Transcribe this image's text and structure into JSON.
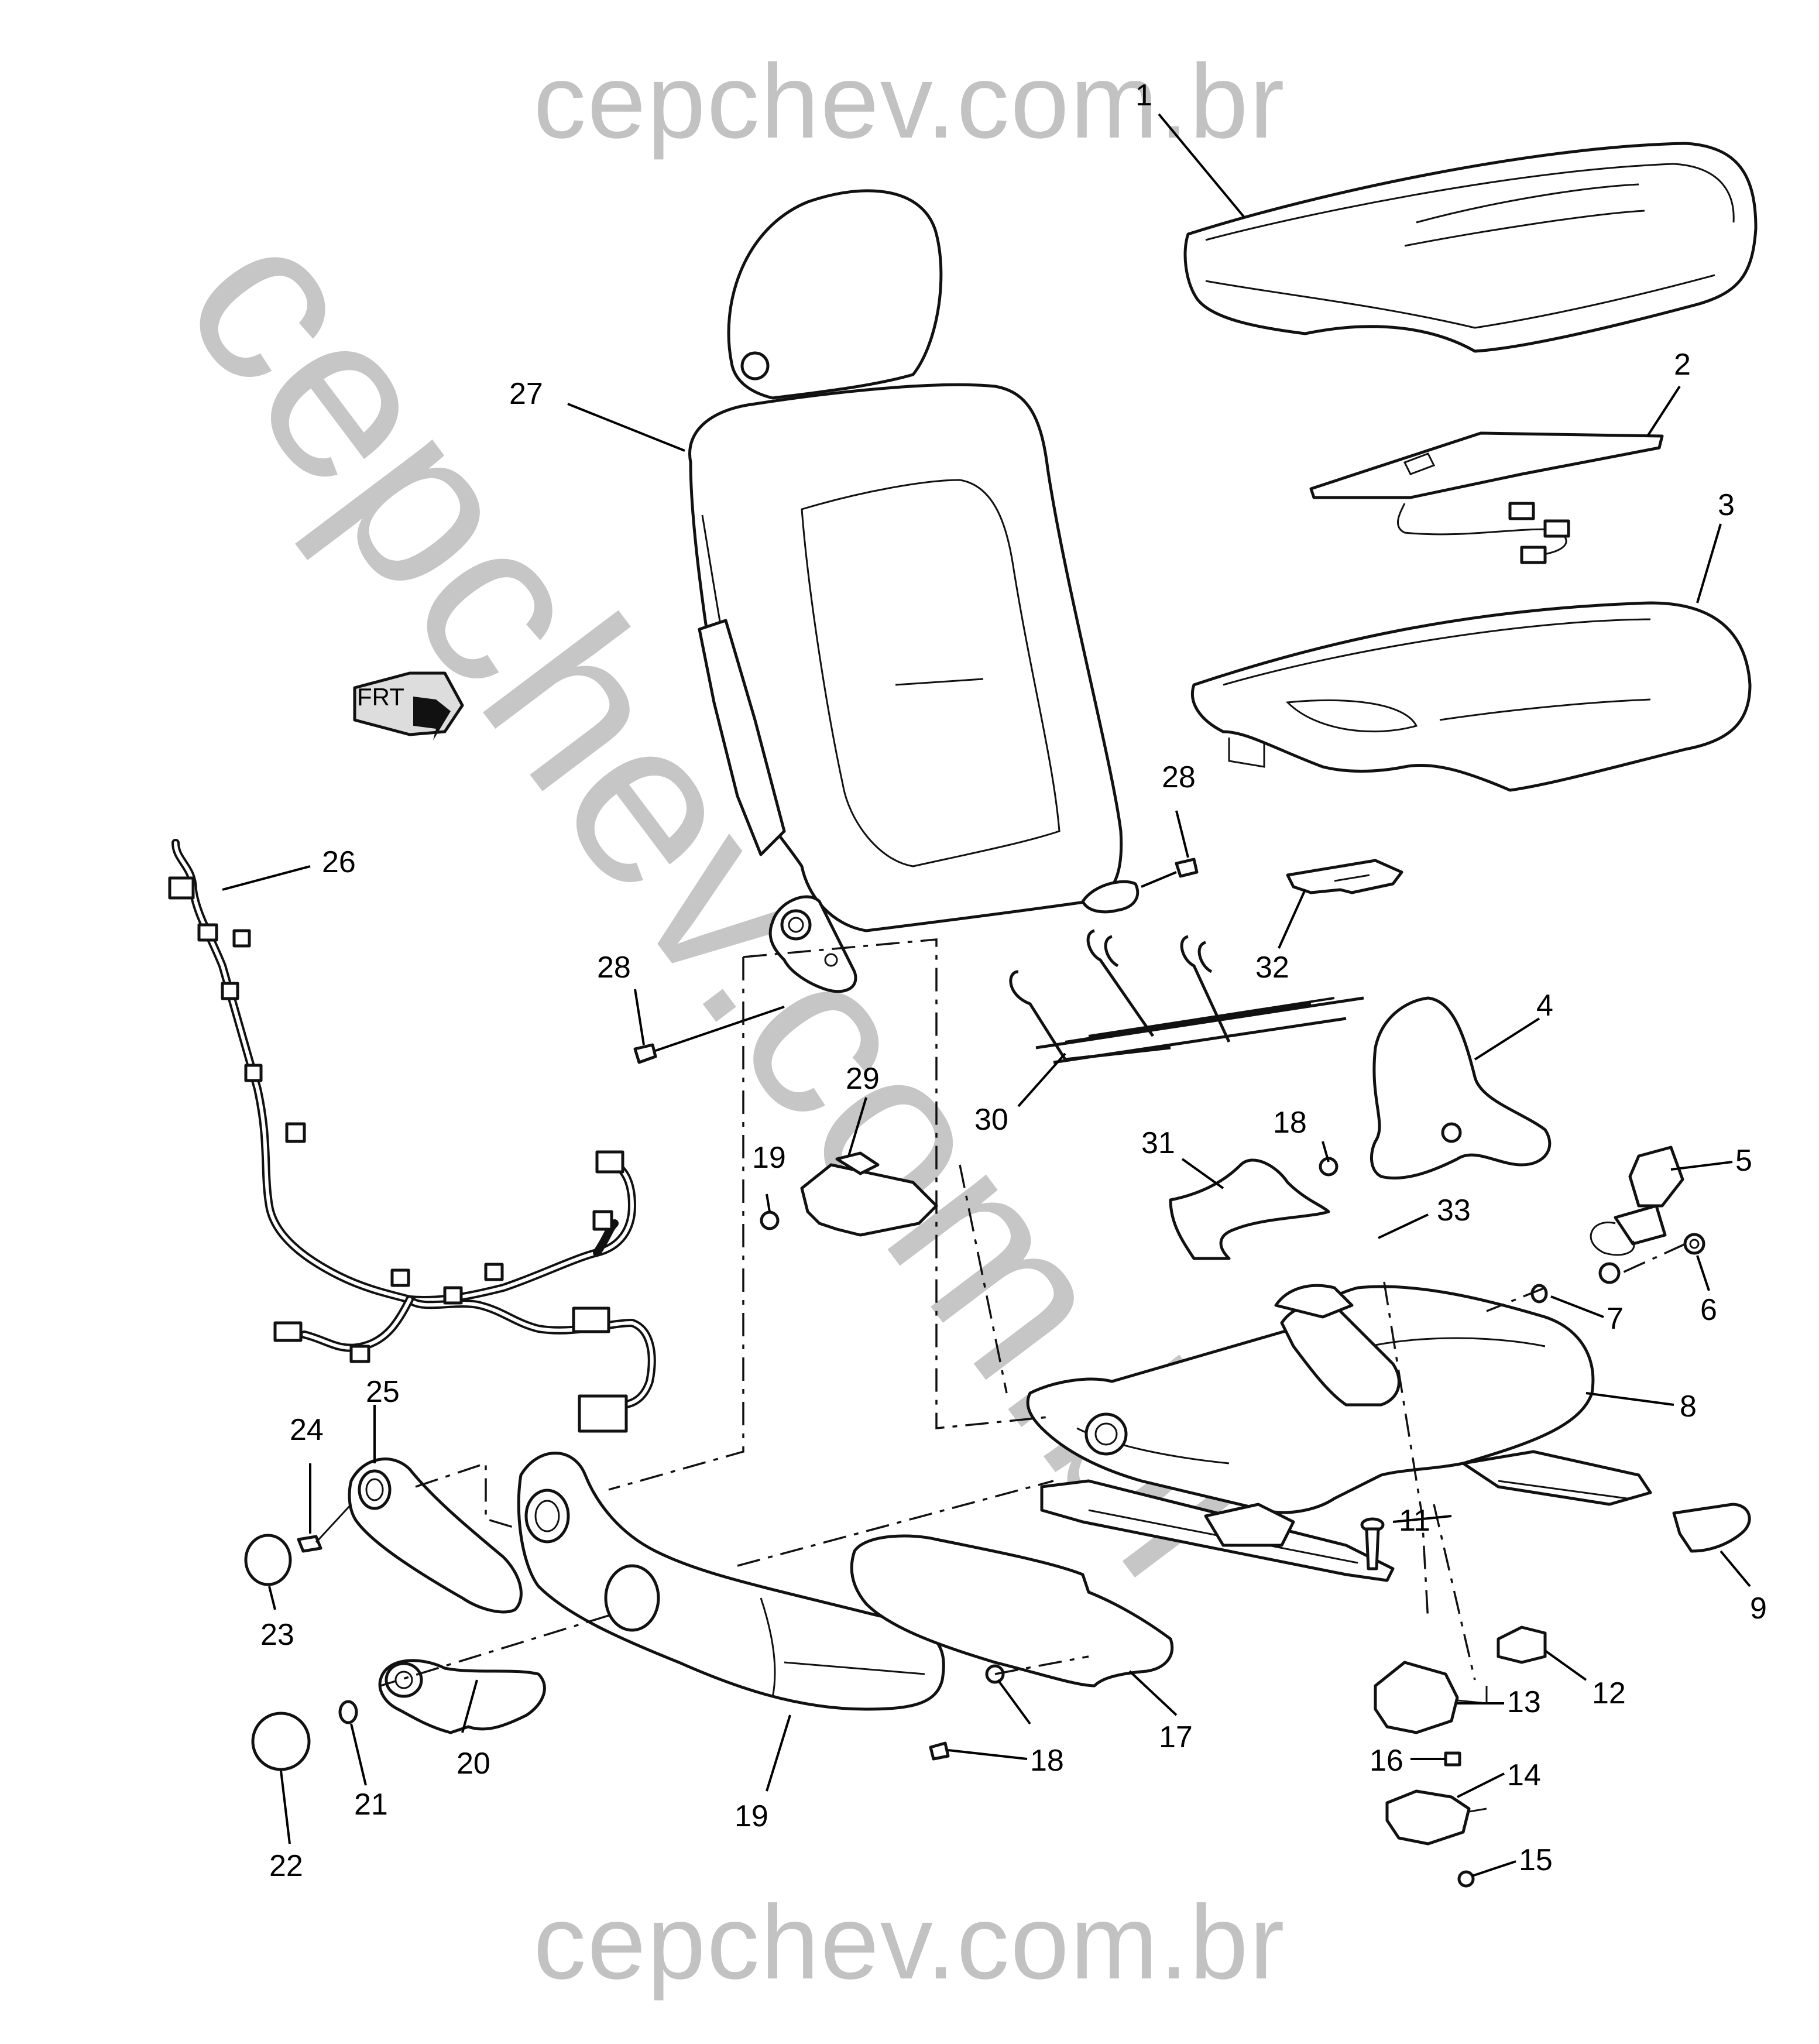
{
  "watermark": {
    "top": "cepchev.com.br",
    "bottom": "cepchev.com.br",
    "diagonal": "cepchev.com.br"
  },
  "orientation": {
    "label": "FRT"
  },
  "callouts": [
    {
      "id": "c1",
      "text": "1"
    },
    {
      "id": "c2",
      "text": "2"
    },
    {
      "id": "c3",
      "text": "3"
    },
    {
      "id": "c4",
      "text": "4"
    },
    {
      "id": "c5",
      "text": "5"
    },
    {
      "id": "c6",
      "text": "6"
    },
    {
      "id": "c7",
      "text": "7"
    },
    {
      "id": "c8",
      "text": "8"
    },
    {
      "id": "c9",
      "text": "9"
    },
    {
      "id": "c11",
      "text": "11"
    },
    {
      "id": "c12",
      "text": "12"
    },
    {
      "id": "c13",
      "text": "13"
    },
    {
      "id": "c14",
      "text": "14"
    },
    {
      "id": "c15",
      "text": "15"
    },
    {
      "id": "c16",
      "text": "16"
    },
    {
      "id": "c17",
      "text": "17"
    },
    {
      "id": "c18a",
      "text": "18"
    },
    {
      "id": "c18b",
      "text": "18"
    },
    {
      "id": "c19a",
      "text": "19"
    },
    {
      "id": "c19b",
      "text": "19"
    },
    {
      "id": "c20",
      "text": "20"
    },
    {
      "id": "c21",
      "text": "21"
    },
    {
      "id": "c22",
      "text": "22"
    },
    {
      "id": "c23",
      "text": "23"
    },
    {
      "id": "c24",
      "text": "24"
    },
    {
      "id": "c25",
      "text": "25"
    },
    {
      "id": "c26",
      "text": "26"
    },
    {
      "id": "c27",
      "text": "27"
    },
    {
      "id": "c28a",
      "text": "28"
    },
    {
      "id": "c28b",
      "text": "28"
    },
    {
      "id": "c29",
      "text": "29"
    },
    {
      "id": "c30",
      "text": "30"
    },
    {
      "id": "c31",
      "text": "31"
    },
    {
      "id": "c32",
      "text": "32"
    },
    {
      "id": "c33",
      "text": "33"
    }
  ]
}
